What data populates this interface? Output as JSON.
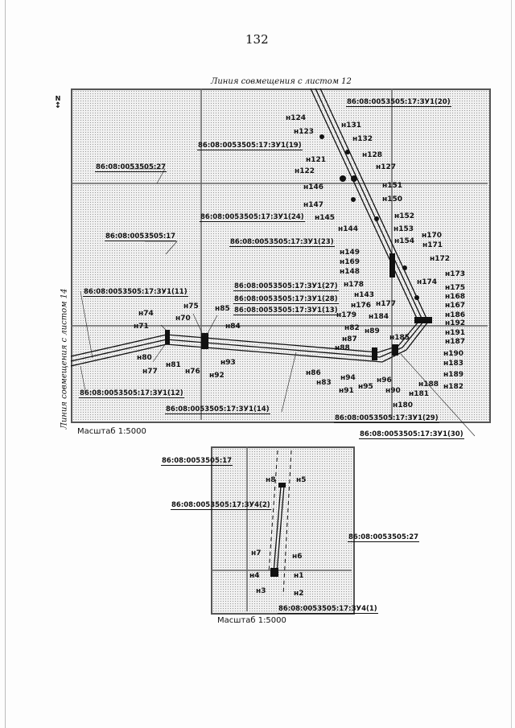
{
  "page_number": "132",
  "top_match_line": "Линия совмещения с листом 12",
  "side_match_line": "Линия совмещения с листом 14",
  "north_label": "N",
  "main_map": {
    "scale": "Масштаб 1:5000",
    "parcels": [
      "86:08:0053505:17:ЗУ1(20)",
      "86:08:0053505:17:ЗУ1(19)",
      "86:08:0053505:27",
      "86:08:0053505:17:ЗУ1(24)",
      "86:08:0053505:17:ЗУ1(23)",
      "86:08:0053505:17",
      "86:08:0053505:17:ЗУ1(27)",
      "86:08:0053505:17:ЗУ1(11)",
      "86:08:0053505:17:ЗУ1(28)",
      "86:08:0053505:17:ЗУ1(13)",
      "86:08:0053505:17:ЗУ1(12)",
      "86:08:0053505:17:ЗУ1(14)",
      "86:08:0053505:17:ЗУ1(29)",
      "86:08:0053505:17:ЗУ1(30)"
    ],
    "points": [
      "н124",
      "н123",
      "н131",
      "н132",
      "н128",
      "н127",
      "н121",
      "н122",
      "н146",
      "н151",
      "н150",
      "н147",
      "н145",
      "н152",
      "н153",
      "н144",
      "н170",
      "н154",
      "н171",
      "н149",
      "н169",
      "н172",
      "н148",
      "н173",
      "н178",
      "н174",
      "н143",
      "н175",
      "н176",
      "н177",
      "н168",
      "н167",
      "н186",
      "н179",
      "н184",
      "н192",
      "н82",
      "н191",
      "н89",
      "н87",
      "н185",
      "н187",
      "н88",
      "н190",
      "н183",
      "н86",
      "н94",
      "н189",
      "н96",
      "н83",
      "н95",
      "н188",
      "н182",
      "н91",
      "н90",
      "н181",
      "н180",
      "н74",
      "н75",
      "н70",
      "н85",
      "н71",
      "н84",
      "н80",
      "н81",
      "н77",
      "н76",
      "н93",
      "н92"
    ]
  },
  "inset_map": {
    "scale": "Масштаб 1:5000",
    "parcels": [
      "86:08:0053505:17",
      "86:08:0053505:17:ЗУ4(2)",
      "86:08:0053505:27",
      "86:08:0053505:17:ЗУ4(1)"
    ],
    "points": [
      "н8",
      "н5",
      "н7",
      "н6",
      "н4",
      "н1",
      "н3",
      "н2"
    ]
  }
}
